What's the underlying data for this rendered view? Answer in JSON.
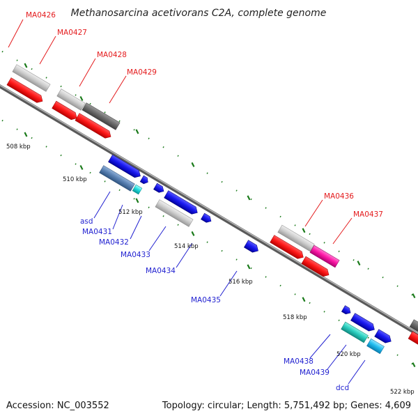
{
  "title": "Methanosarcina acetivorans C2A, complete genome",
  "footer": {
    "accession": "Accession: NC_003552",
    "summary": "Topology: circular; Length: 5,751,492 bp; Genes: 4,609"
  },
  "colors": {
    "label_red": "#e41a1c",
    "label_blue": "#1f1fd0",
    "tick_green": "#1a7a1a",
    "backbone": "#777777"
  },
  "axis_ticks": [
    {
      "label": "508 kbp"
    },
    {
      "label": "510 kbp"
    },
    {
      "label": "512 kbp"
    },
    {
      "label": "514 kbp"
    },
    {
      "label": "516 kbp"
    },
    {
      "label": "518 kbp"
    },
    {
      "label": "520 kbp"
    },
    {
      "label": "522 kbp"
    }
  ],
  "genes": [
    {
      "label": "MA0426",
      "color": "red"
    },
    {
      "label": "MA0427",
      "color": "red"
    },
    {
      "label": "MA0428",
      "color": "red"
    },
    {
      "label": "MA0429",
      "color": "red"
    },
    {
      "label": "asd",
      "color": "blue"
    },
    {
      "label": "MA0431",
      "color": "blue"
    },
    {
      "label": "MA0432",
      "color": "blue"
    },
    {
      "label": "MA0433",
      "color": "blue"
    },
    {
      "label": "MA0434",
      "color": "blue"
    },
    {
      "label": "MA0435",
      "color": "blue"
    },
    {
      "label": "MA0436",
      "color": "red"
    },
    {
      "label": "MA0437",
      "color": "red"
    },
    {
      "label": "MA0438",
      "color": "blue"
    },
    {
      "label": "MA0439",
      "color": "blue"
    },
    {
      "label": "dcd",
      "color": "blue"
    }
  ]
}
